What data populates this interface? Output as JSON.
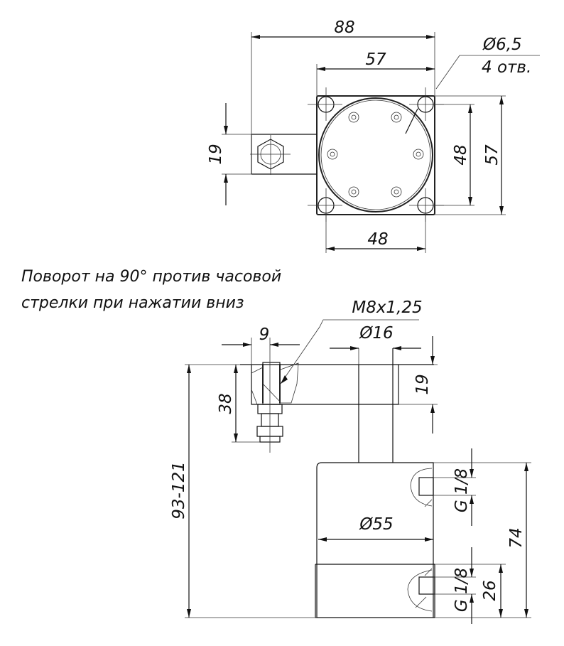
{
  "top_view": {
    "dim_overall_width": "88",
    "dim_body_width": "57",
    "dim_hole_diameter": "Ø6,5",
    "dim_hole_count": "4 отв.",
    "dim_arm_width": "19",
    "dim_hole_spacing_vertical": "48",
    "dim_body_height": "57",
    "dim_hole_spacing_horizontal": "48"
  },
  "note": {
    "line1": "Поворот на 90° против часовой",
    "line2": "стрелки при нажатии вниз"
  },
  "side_view": {
    "dim_thread": "M8x1,25",
    "dim_screw_offset": "9",
    "dim_rod_diameter": "Ø16",
    "dim_arm_thickness": "19",
    "dim_screw_height": "38",
    "dim_total_height": "93-121",
    "dim_body_diameter": "Ø55",
    "dim_port_upper": "G 1/8",
    "dim_port_lower": "G 1/8",
    "dim_body_height": "74",
    "dim_port_lower_height": "26"
  }
}
